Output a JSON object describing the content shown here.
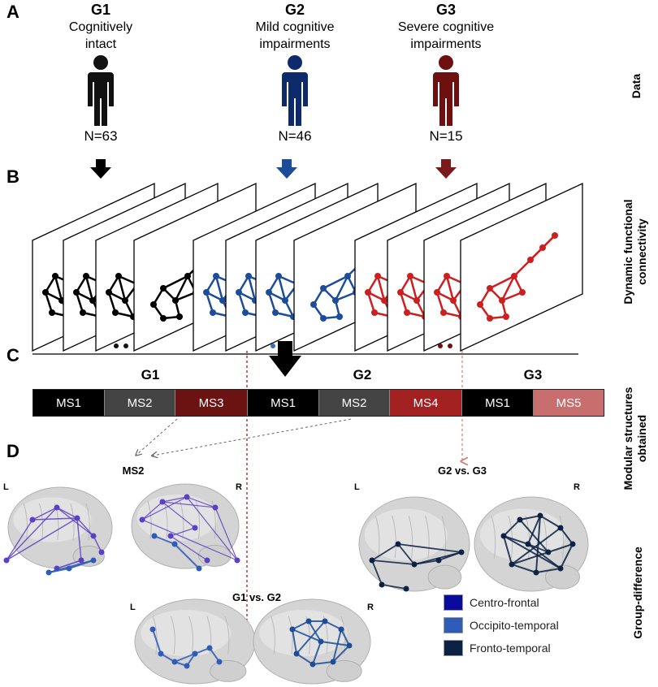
{
  "panels": {
    "A": "A",
    "B": "B",
    "C": "C",
    "D": "D"
  },
  "groups": [
    {
      "id": "G1",
      "line1": "Cognitively",
      "line2": "intact",
      "n": "N=63",
      "color": "#000000"
    },
    {
      "id": "G2",
      "line1": "Mild cognitive",
      "line2": "impairments",
      "n": "N=46",
      "color": "#0d2a6b"
    },
    {
      "id": "G3",
      "line1": "Severe cognitive",
      "line2": "impairments",
      "n": "N=15",
      "color": "#6e1010"
    }
  ],
  "side_labels": {
    "data": "Data",
    "dfc_line1": "Dynamic functional",
    "dfc_line2": "connectivity",
    "ms_line1": "Modular structures",
    "ms_line2": "obtained",
    "group_diff": "Group-difference"
  },
  "modular_bar": {
    "group_labels": [
      "G1",
      "G2",
      "G3"
    ],
    "segments": [
      {
        "label": "MS1",
        "color": "#000000"
      },
      {
        "label": "MS2",
        "color": "#444444"
      },
      {
        "label": "MS3",
        "color": "#6b1212"
      },
      {
        "label": "MS1",
        "color": "#000000"
      },
      {
        "label": "MS2",
        "color": "#444444"
      },
      {
        "label": "MS4",
        "color": "#a32121"
      },
      {
        "label": "MS1",
        "color": "#000000"
      },
      {
        "label": "MS5",
        "color": "#c86e6e"
      }
    ]
  },
  "brains": {
    "ms2": {
      "title": "MS2",
      "left": "L",
      "right": "R"
    },
    "g2g3": {
      "title": "G2 vs. G3",
      "left": "L",
      "right": "R"
    },
    "g1g2": {
      "title": "G1 vs. G2",
      "left": "L",
      "right": "R"
    }
  },
  "legend": [
    {
      "label": "Centro-frontal",
      "color": "#0a0a9e"
    },
    {
      "label": "Occipito-temporal",
      "color": "#2e5cb8"
    },
    {
      "label": "Fronto-temporal",
      "color": "#0b2244"
    }
  ]
}
